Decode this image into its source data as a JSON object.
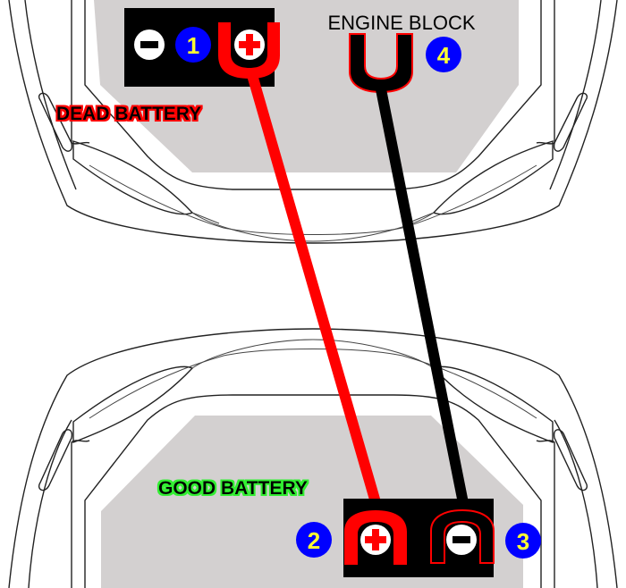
{
  "diagram": {
    "title": "Jump-start cable connection order",
    "labels": {
      "dead_battery": "DEAD BATTERY",
      "good_battery": "GOOD BATTERY",
      "engine_block": "ENGINE BLOCK"
    },
    "steps": [
      {
        "number": "1",
        "target": "dead-battery-positive"
      },
      {
        "number": "2",
        "target": "good-battery-positive"
      },
      {
        "number": "3",
        "target": "good-battery-negative"
      },
      {
        "number": "4",
        "target": "engine-block-ground"
      }
    ],
    "terminals": {
      "positive_symbol": "+",
      "negative_symbol": "−"
    },
    "cables": [
      {
        "name": "red-cable",
        "color": "#ff0000",
        "from": "dead-battery-positive",
        "to": "good-battery-positive"
      },
      {
        "name": "black-cable",
        "color": "#000000",
        "from": "engine-block-ground",
        "to": "good-battery-negative"
      }
    ],
    "colors": {
      "step_badge": "#0000ff",
      "step_number": "#ffff33",
      "positive": "#ff0000",
      "negative": "#000000",
      "engine_bay": "#d3d0d0",
      "battery_body": "#000000",
      "dead_label_glow": "#ff0000",
      "good_label_glow": "#33ee33"
    }
  }
}
